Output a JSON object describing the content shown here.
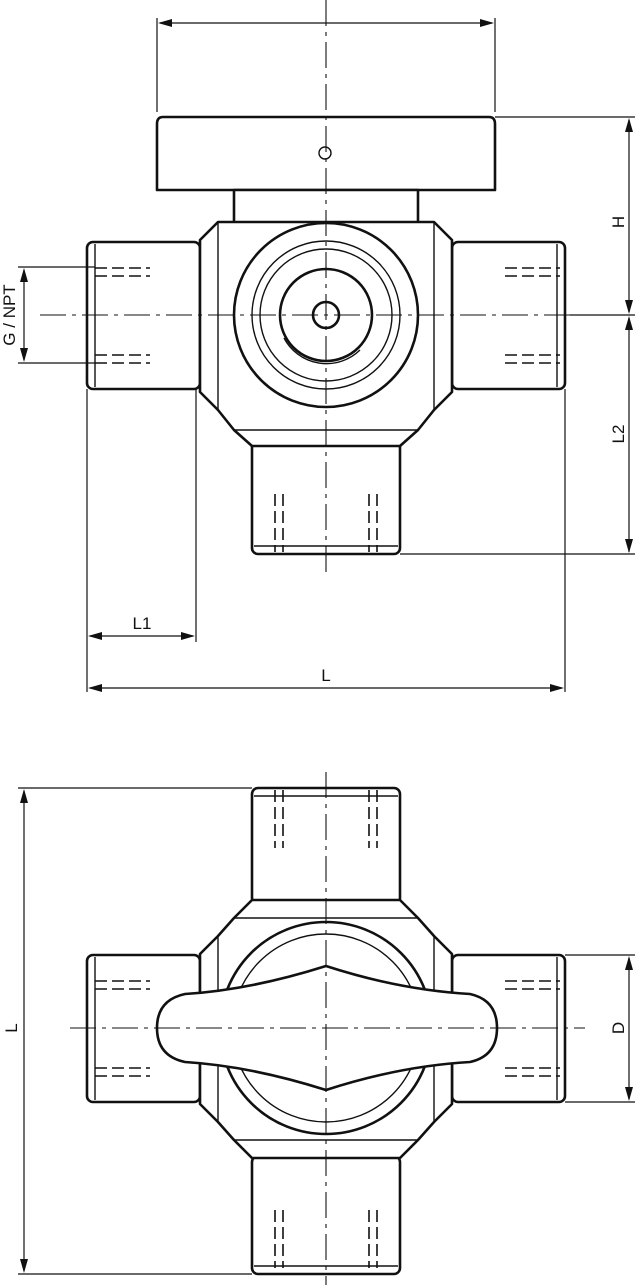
{
  "labels": {
    "h": "H",
    "l2": "L2",
    "g_npt": "G / NPT",
    "l1": "L1",
    "l_top": "L",
    "l_side": "L",
    "d": "D"
  }
}
